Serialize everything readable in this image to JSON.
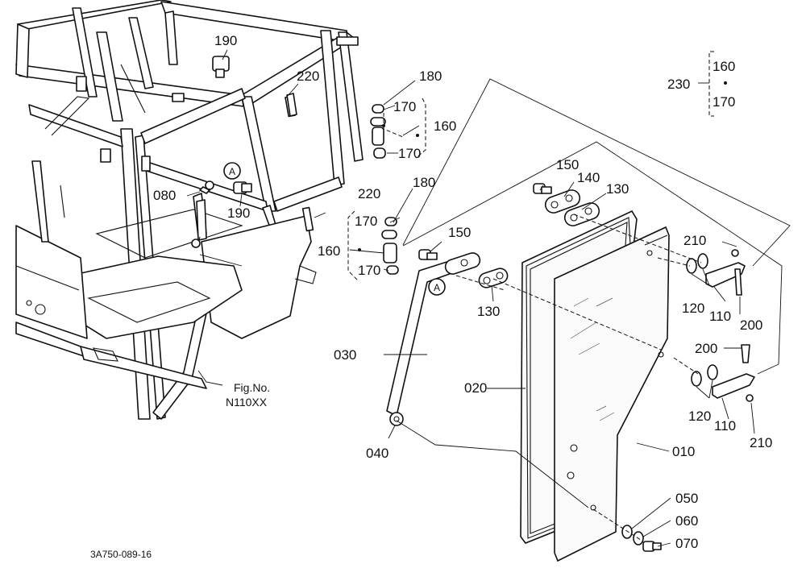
{
  "diagram": {
    "figure_ref": {
      "line1": "Fig.No.",
      "line2": "N110XX"
    },
    "drawing_code": "3A750-089-16",
    "callout_a": "A",
    "group": {
      "label": "230",
      "top": "160",
      "dot": "•",
      "bottom": "170"
    },
    "labels": {
      "p190a": "190",
      "p220a": "220",
      "p180a": "180",
      "p170a": "170",
      "p160a": "160",
      "p170b": "170",
      "p080": "080",
      "p190b": "190",
      "p220b": "220",
      "p180b": "180",
      "p170c": "170",
      "p160b": "160",
      "p170d": "170",
      "p150a": "150",
      "p140": "140",
      "p130a": "130",
      "p150b": "150",
      "p130b": "130",
      "p210a": "210",
      "p120a": "120",
      "p110a": "110",
      "p200a": "200",
      "p200b": "200",
      "p120b": "120",
      "p110b": "110",
      "p210b": "210",
      "p030": "030",
      "p020": "020",
      "p010": "010",
      "p040": "040",
      "p050": "050",
      "p060": "060",
      "p070": "070"
    }
  }
}
